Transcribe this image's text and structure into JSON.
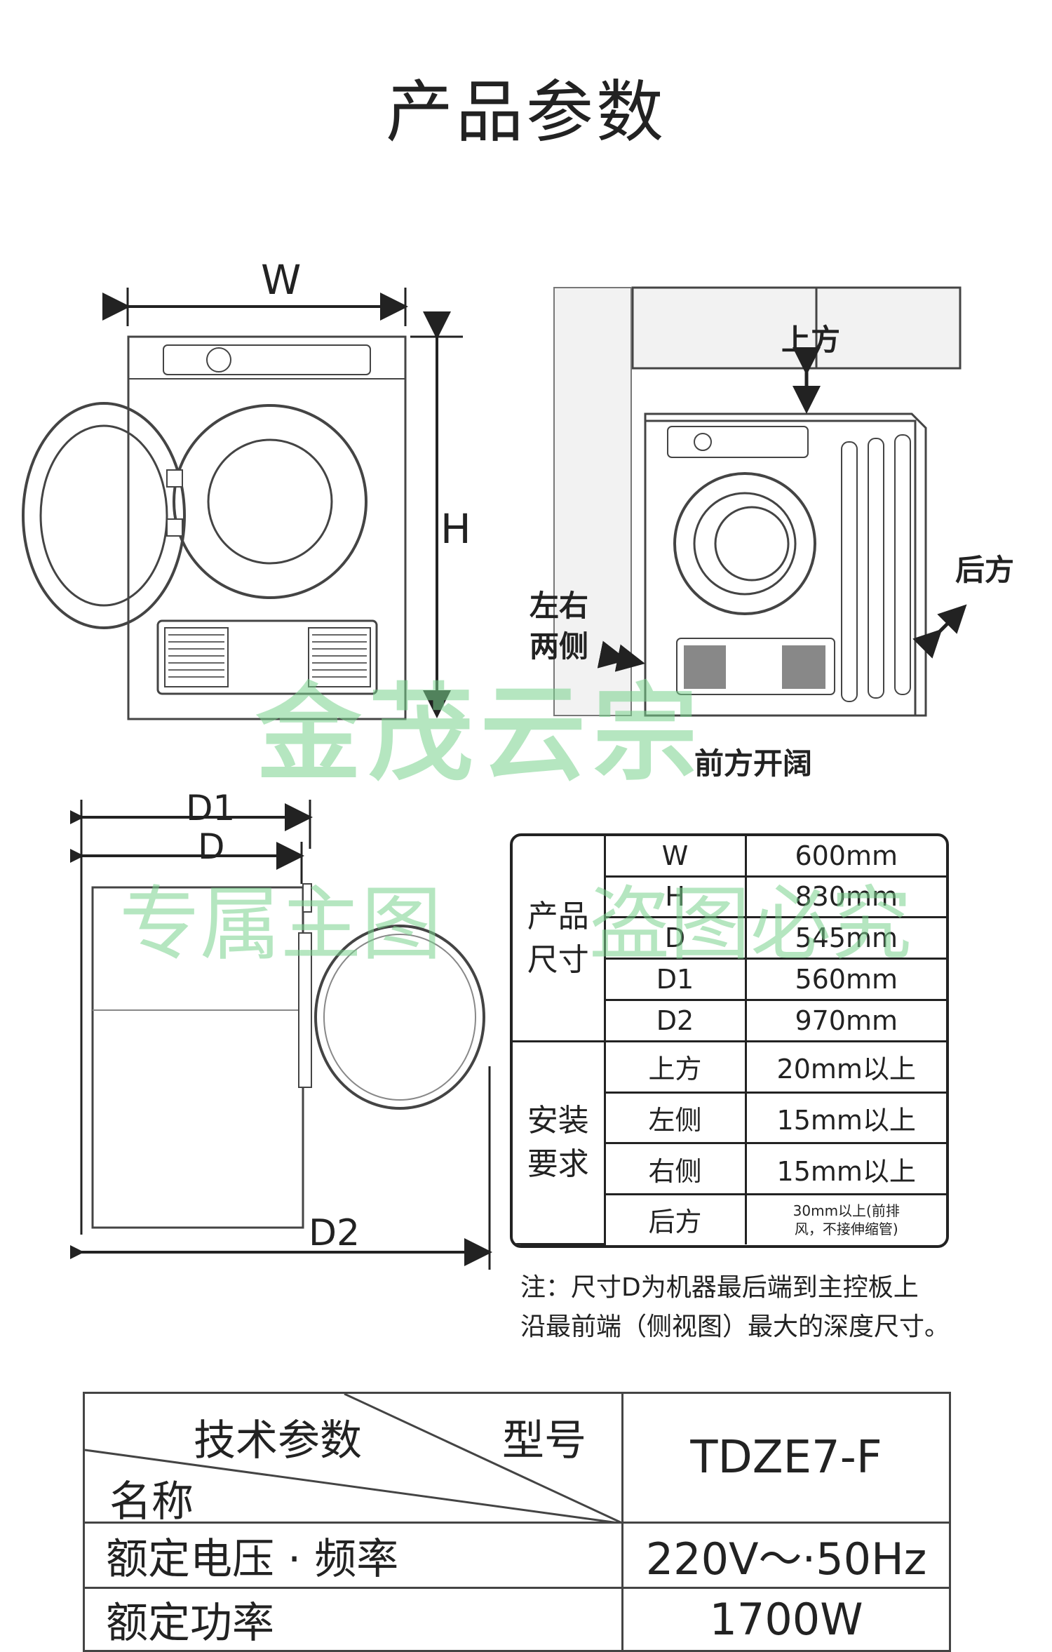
{
  "page_title": "产品参数",
  "diagram": {
    "front_width_label": "W",
    "front_height_label": "H",
    "side_depth1_label": "D1",
    "side_depth_label": "D",
    "side_depth2_label": "D2",
    "clearance_top": "上方",
    "clearance_back": "后方",
    "clearance_sides": "左右\n两侧",
    "clearance_front": "前方开阔"
  },
  "spec_table": {
    "size_group": "产品\n尺寸",
    "install_group": "安装\n要求",
    "size_rows": [
      {
        "name": "W",
        "value": "600mm"
      },
      {
        "name": "H",
        "value": "830mm"
      },
      {
        "name": "D",
        "value": "545mm"
      },
      {
        "name": "D1",
        "value": "560mm"
      },
      {
        "name": "D2",
        "value": "970mm"
      }
    ],
    "install_rows": [
      {
        "name": "上方",
        "value": "20mm以上"
      },
      {
        "name": "左侧",
        "value": "15mm以上"
      },
      {
        "name": "右侧",
        "value": "15mm以上"
      },
      {
        "name": "后方",
        "value": "30mm以上(前排\n风，不接伸缩管)"
      }
    ]
  },
  "note": {
    "line1": "注：尺寸D为机器最后端到主控板上",
    "line2": "沿最前端（侧视图）最大的深度尺寸。"
  },
  "tech_table": {
    "header_top": "技术参数",
    "header_model": "型号",
    "header_name": "名称",
    "model": "TDZE7-F",
    "rows": [
      {
        "name": "额定电压 · 频率",
        "value": "220V～·50Hz"
      },
      {
        "name": "额定功率",
        "value": "1700W"
      }
    ]
  },
  "watermark": {
    "line1": "金茂云宗",
    "line2a": "专属主图",
    "line2b": "盗图必究"
  }
}
